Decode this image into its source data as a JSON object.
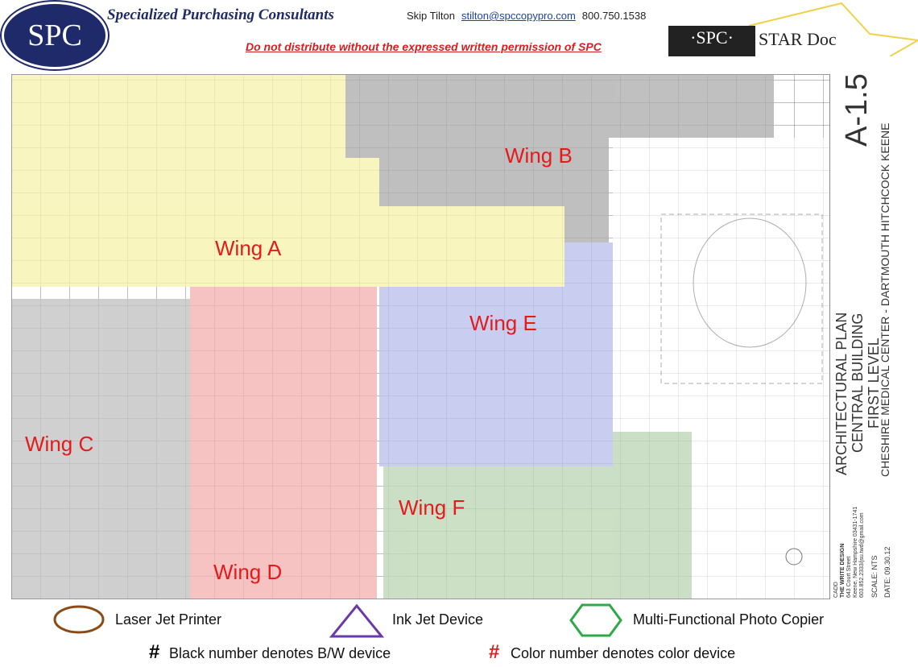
{
  "header": {
    "logo": "SPC",
    "company": "Specialized Purchasing Consultants",
    "contact_name": "Skip Tilton",
    "email": "stilton@spccopypro.com",
    "phone": "800.750.1538",
    "warning": "Do not distribute without the expressed written permission of SPC",
    "star_logo_left": "·SPC·",
    "star_logo_right": "STAR Doc"
  },
  "wings": [
    "Wing A",
    "Wing B",
    "Wing C",
    "Wing D",
    "Wing E",
    "Wing F"
  ],
  "colors": {
    "wing_a": "#f7f3b0",
    "wing_b": "#b9b9b9",
    "wing_c": "#c4c4c4",
    "wing_d": "#f4b3b3",
    "wing_e": "#bcc2ee",
    "wing_f": "#bfd8b8",
    "label": "#e31b1b"
  },
  "title_block": {
    "sheet": "A-1.5",
    "line1": "ARCHITECTURAL PLAN",
    "line2": "CENTRAL BUILDING",
    "line3": "FIRST LEVEL",
    "line4": "CHESHIRE MEDICAL CENTER - DARTMOUTH HITCHCOCK KEENE",
    "cadd": "CADD",
    "firm": "THE WRITE DESIGN",
    "address": "643 Court Street",
    "city": "Keene, New Hampshire 03431-1741",
    "phone": "603.852.2333/jsu.twd@gmail.com",
    "scale": "SCALE: NTS",
    "date": "DATE:  09.30.12"
  },
  "legend": {
    "laser": "Laser Jet Printer",
    "inkjet": "Ink Jet Device",
    "mfp": "Multi-Functional Photo Copier",
    "bw_symbol": "#",
    "bw": "Black number denotes B/W device",
    "color_symbol": "#",
    "color": "Color number denotes color device"
  }
}
